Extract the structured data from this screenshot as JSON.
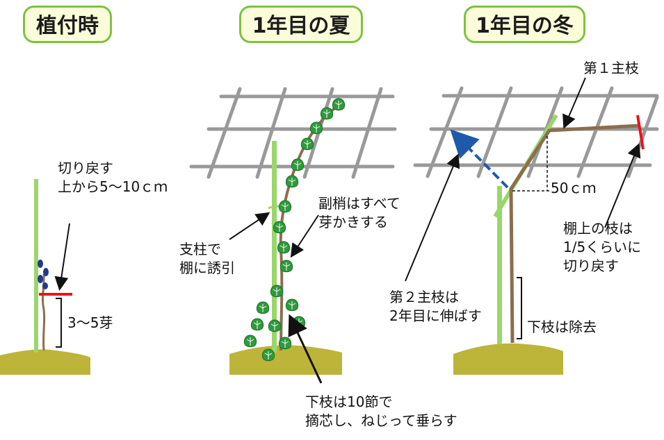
{
  "panels": {
    "planting": {
      "title": "植付時",
      "cut_label": [
        "切り戻す",
        "上から5～10ｃｍ"
      ],
      "bud_label": "3～5芽"
    },
    "summer": {
      "title": "1年目の夏",
      "stake_label": [
        "支柱で",
        "棚に誘引"
      ],
      "lateral_label": [
        "副梢はすべて",
        "芽かきする"
      ],
      "lower_label": [
        "下枝は10節で",
        "摘芯し、ねじって垂らす"
      ]
    },
    "winter": {
      "title": "1年目の冬",
      "main1_label": "第１主枝",
      "height_label": "50ｃｍ",
      "trim_label": [
        "棚上の枝は",
        "1/5くらいに",
        "切り戻す"
      ],
      "main2_label": [
        "第２主枝は",
        "2年目に伸ばす"
      ],
      "remove_label": "下枝は除去"
    }
  },
  "colors": {
    "title_border": "#7cc242",
    "title_fill": "#fbfcd9",
    "trellis": "#999999",
    "stake": "#9ad66a",
    "ground": "#bdb43a",
    "vine": "#8b6e4e",
    "leaf": "#2f9a3c",
    "cut_mark": "#e8141c",
    "arrow_blue": "#1e5aa8",
    "grape": "#233a8a"
  }
}
